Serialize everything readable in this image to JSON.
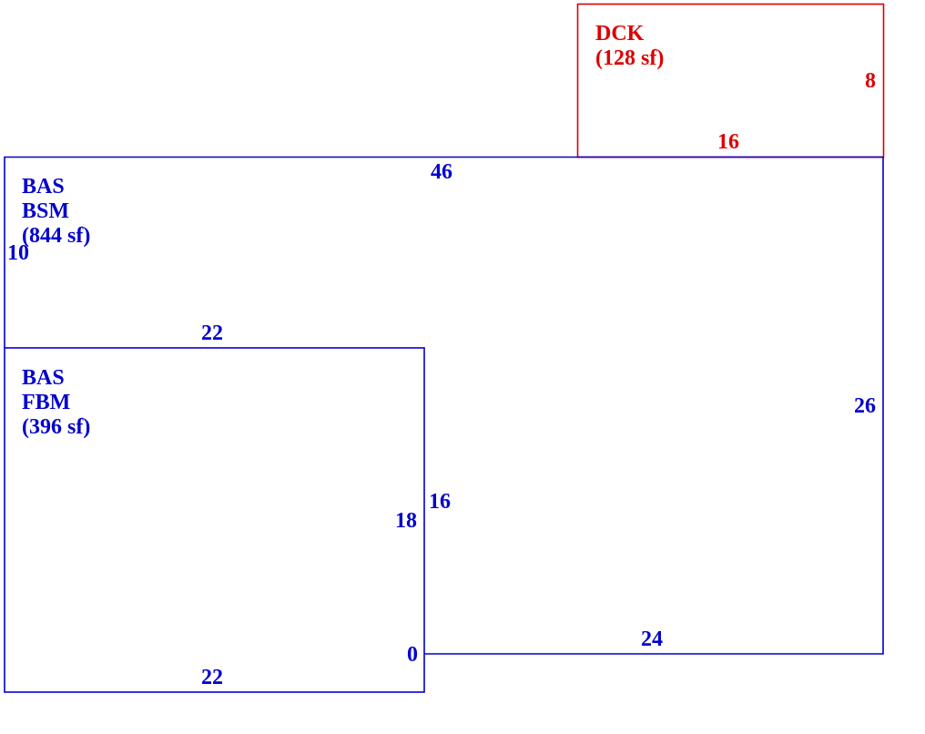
{
  "colors": {
    "blue": "#0000cc",
    "red": "#dd0000",
    "background": "#ffffff"
  },
  "areas": {
    "deck": {
      "code": "DCK",
      "area": "(128 sf)",
      "color": "red"
    },
    "bsm": {
      "code": "BAS",
      "subcode": "BSM",
      "area": "(844 sf)",
      "color": "blue"
    },
    "fbm": {
      "code": "BAS",
      "subcode": "FBM",
      "area": "(396 sf)",
      "color": "blue"
    }
  },
  "dimensions": {
    "deck_right": "8",
    "deck_bottom": "16",
    "bsm_top": "46",
    "bsm_left": "10",
    "bsm_inner": "22",
    "bsm_right": "26",
    "bsm_step": "16",
    "bsm_bottom": "24",
    "fbm_right": "18",
    "fbm_zero": "0",
    "fbm_bottom": "22"
  }
}
